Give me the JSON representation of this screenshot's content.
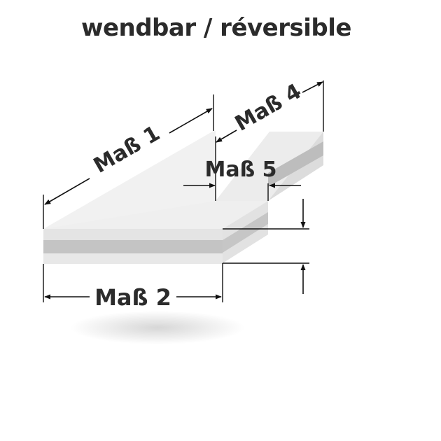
{
  "title": "wendbar / réversible",
  "labels": {
    "mass1": "Maß 1",
    "mass2": "Maß 2",
    "mass4": "Maß 4",
    "mass5": "Maß 5"
  }
}
